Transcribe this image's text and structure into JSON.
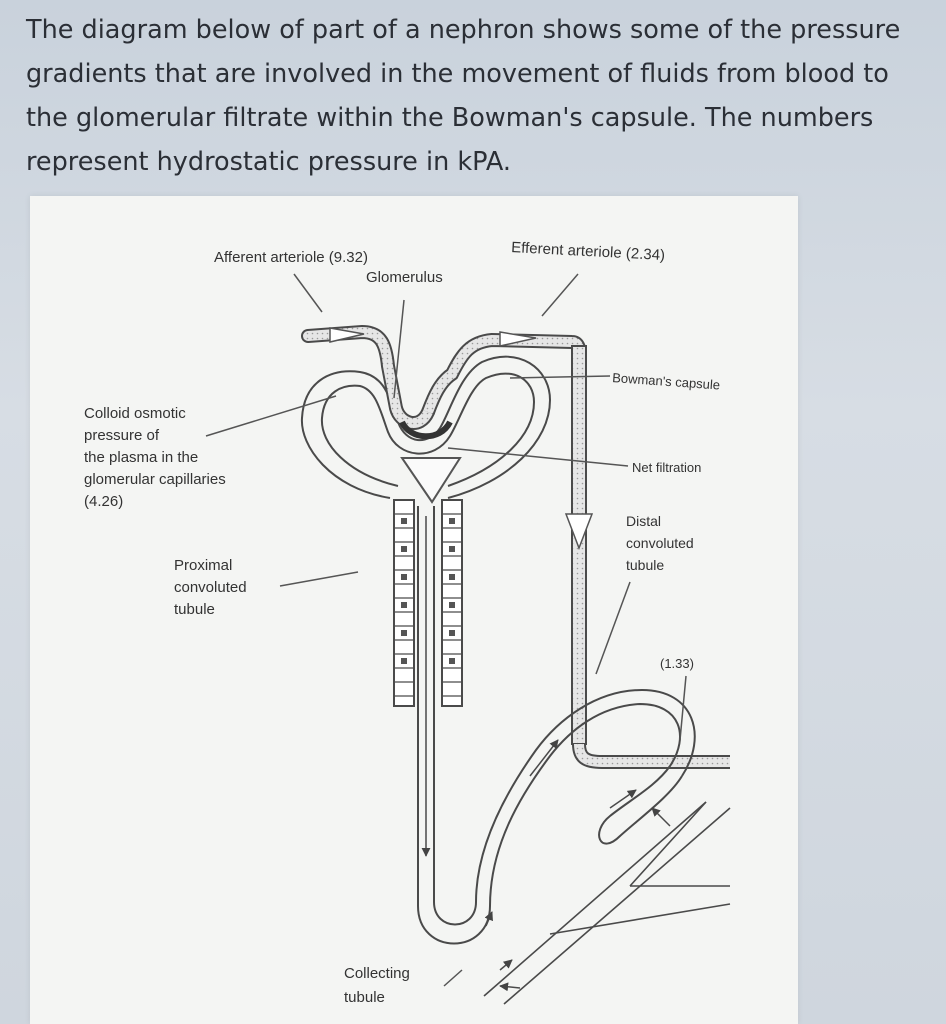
{
  "question": {
    "lines": [
      "The diagram below of part of a nephron shows some of the pressure",
      "gradients that are involved in the movement of fluids from blood to",
      "the glomerular filtrate within the Bowman's capsule. The numbers",
      "represent hydrostatic pressure in kPA."
    ]
  },
  "diagram": {
    "afferent": "Afferent arteriole (9.32)",
    "efferent": "Efferent arteriole (2.34)",
    "glomerulus": "Glomerulus",
    "bowmans": "Bowman's capsule",
    "net_filtration": "Net filtration",
    "colloid": [
      "Colloid osmotic",
      "pressure of",
      "the plasma in the",
      "glomerular capillaries",
      "(4.26)"
    ],
    "proximal": [
      "Proximal",
      "convoluted",
      "tubule"
    ],
    "distal": [
      "Distal",
      "convoluted",
      "tubule"
    ],
    "pressure_133": "(1.33)",
    "collecting": [
      "Collecting",
      "tubule"
    ]
  },
  "colors": {
    "line": "#4a4a4a",
    "vessel_fill": "#e3e3e3",
    "paper": "#f4f5f3"
  }
}
